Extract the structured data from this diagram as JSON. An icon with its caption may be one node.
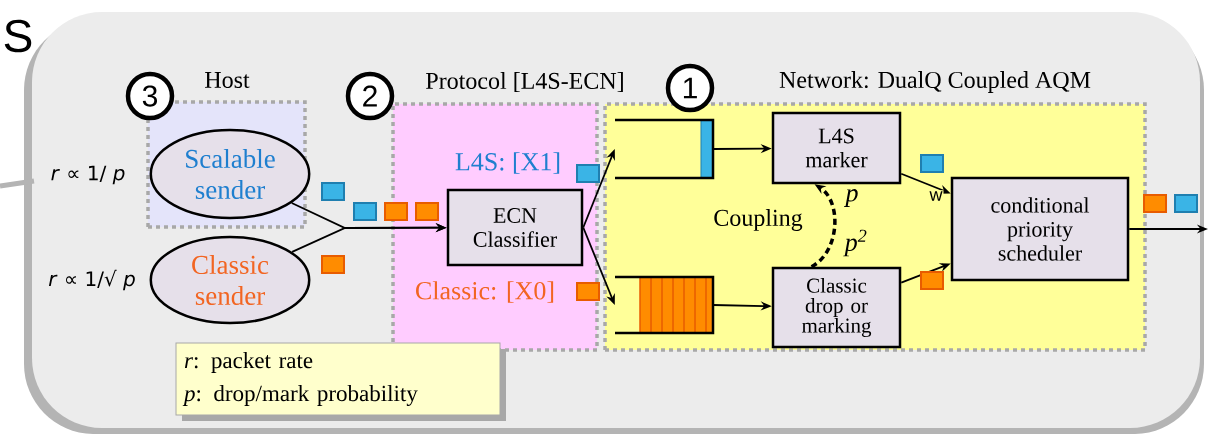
{
  "diagram": {
    "nodes": [
      {
        "text": [
          "3"
        ]
      },
      {
        "text": [
          "Host"
        ]
      },
      {
        "text": [
          "Scalable sender"
        ],
        "in": 1
      },
      {
        "text": [
          "Classic sender"
        ]
      },
      {
        "text": [
          "2"
        ]
      },
      {
        "text": [
          "Protocol [L4S-ECN]"
        ]
      },
      {
        "text": [
          "ECN Classifier"
        ],
        "in": 5
      },
      {
        "text": [
          "1"
        ]
      },
      {
        "text": [
          "Network: DualQ Coupled AQM"
        ]
      },
      {
        "text": [],
        "shape": "box",
        "in": 8
      },
      {
        "text": [],
        "shape": "box",
        "in": 8
      },
      {
        "text": [
          "L4S marker"
        ],
        "in": 8
      },
      {
        "text": [
          "Classic drop or marking"
        ],
        "in": 8
      },
      {
        "text": [
          "conditional priority scheduler"
        ],
        "in": 8
      },
      {
        "text": [
          "*r*: packet rate",
          "*p*: drop/mark probability"
        ]
      }
    ],
    "edges": [
      {
        "from": 2,
        "to": 6,
        "arrow": "to"
      },
      {
        "from": 3,
        "to": 6,
        "arrow": "to"
      },
      {
        "from": 6,
        "to": 9,
        "arrow": "to"
      },
      {
        "from": 6,
        "to": 10,
        "arrow": "to"
      },
      {
        "from": 9,
        "to": 11,
        "arrow": "to"
      },
      {
        "from": 10,
        "to": 12,
        "arrow": "to"
      },
      {
        "from": 11,
        "to": 13,
        "arrow": "to",
        "label": "w"
      },
      {
        "from": 12,
        "to": 13,
        "arrow": "to"
      },
      {
        "from": 13,
        "to": null,
        "arrow": "to"
      },
      {
        "from": 12,
        "to": 11,
        "arrow": "to",
        "style": "dashed"
      }
    ],
    "labels": [
      "S",
      "*r* ∝ 1/ *p*",
      "*r* ∝ 1/√ *p*",
      "L4S: [X1]",
      "Classic: [X0]",
      "Coupling",
      "p",
      "p$^{2}$"
    ]
  }
}
